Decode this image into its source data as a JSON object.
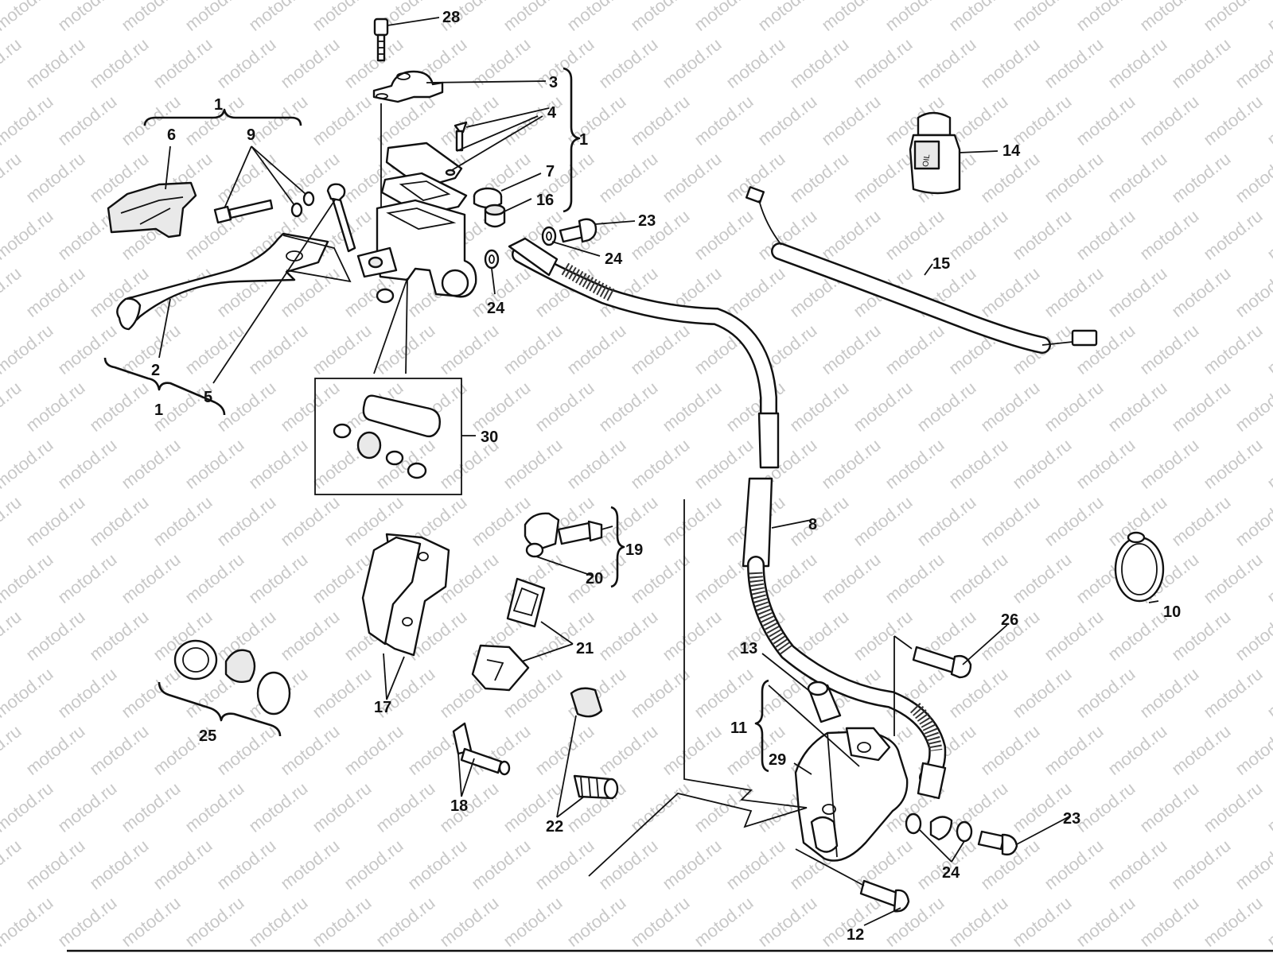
{
  "watermark": {
    "text": "motod.ru"
  },
  "callouts": {
    "c1a": "1",
    "c1b": "1",
    "c1c": "1",
    "c2": "2",
    "c3": "3",
    "c4": "4",
    "c5": "5",
    "c6": "6",
    "c7": "7",
    "c8": "8",
    "c9": "9",
    "c10": "10",
    "c11": "11",
    "c12": "12",
    "c13": "13",
    "c14": "14",
    "c15": "15",
    "c16": "16",
    "c17": "17",
    "c18": "18",
    "c19": "19",
    "c20": "20",
    "c21a": "21",
    "c22": "22",
    "c23a": "23",
    "c23b": "23",
    "c24a": "24",
    "c24b": "24",
    "c24c": "24",
    "c25": "25",
    "c26": "26",
    "c28": "28",
    "c29": "29",
    "c30": "30"
  },
  "labels": {
    "oil_bottle": "OIL"
  },
  "icons": {
    "bottle": "brake-fluid-bottle-icon",
    "clamp": "hose-clamp-icon"
  }
}
